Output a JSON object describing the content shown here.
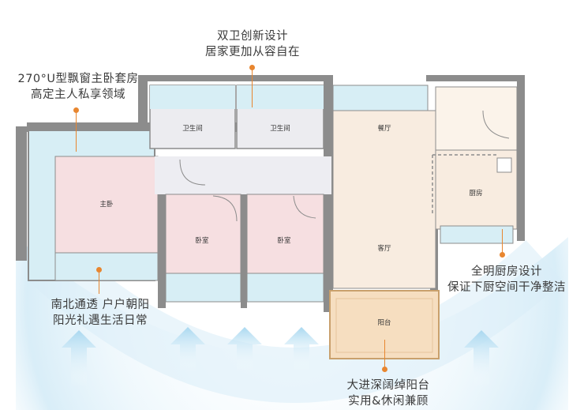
{
  "rooms": {
    "master_bedroom": "主卧",
    "bathroom_1": "卫生间",
    "bathroom_2": "卫生间",
    "bedroom_1": "卧室",
    "bedroom_2": "卧室",
    "dining": "餐厅",
    "living": "客厅",
    "kitchen": "厨房",
    "balcony": "阳台"
  },
  "callouts": {
    "bathrooms": {
      "line1": "双卫创新设计",
      "line2": "居家更加从容自在"
    },
    "master": {
      "line1": "270°U型飘窗主卧套房",
      "line2": "高定主人私享领域"
    },
    "north_south": {
      "line1": "南北通透 户户朝阳",
      "line2": "阳光礼遇生活日常"
    },
    "kitchen": {
      "line1": "全明厨房设计",
      "line2": "保证下厨空间干净整洁"
    },
    "balcony": {
      "line1": "大进深阔绰阳台",
      "line2": "实用&休闲兼顾"
    }
  },
  "colors": {
    "accent": "#e8862f",
    "wall": "#8c8c8c",
    "bedroom_fill": "#f6dfe1",
    "kitchen_fill": "#f8ece0",
    "window_fill": "#d7eef5",
    "bath_fill": "#ececf0",
    "balcony_fill": "#f6dec0",
    "arrow": "#bfe3f4"
  }
}
